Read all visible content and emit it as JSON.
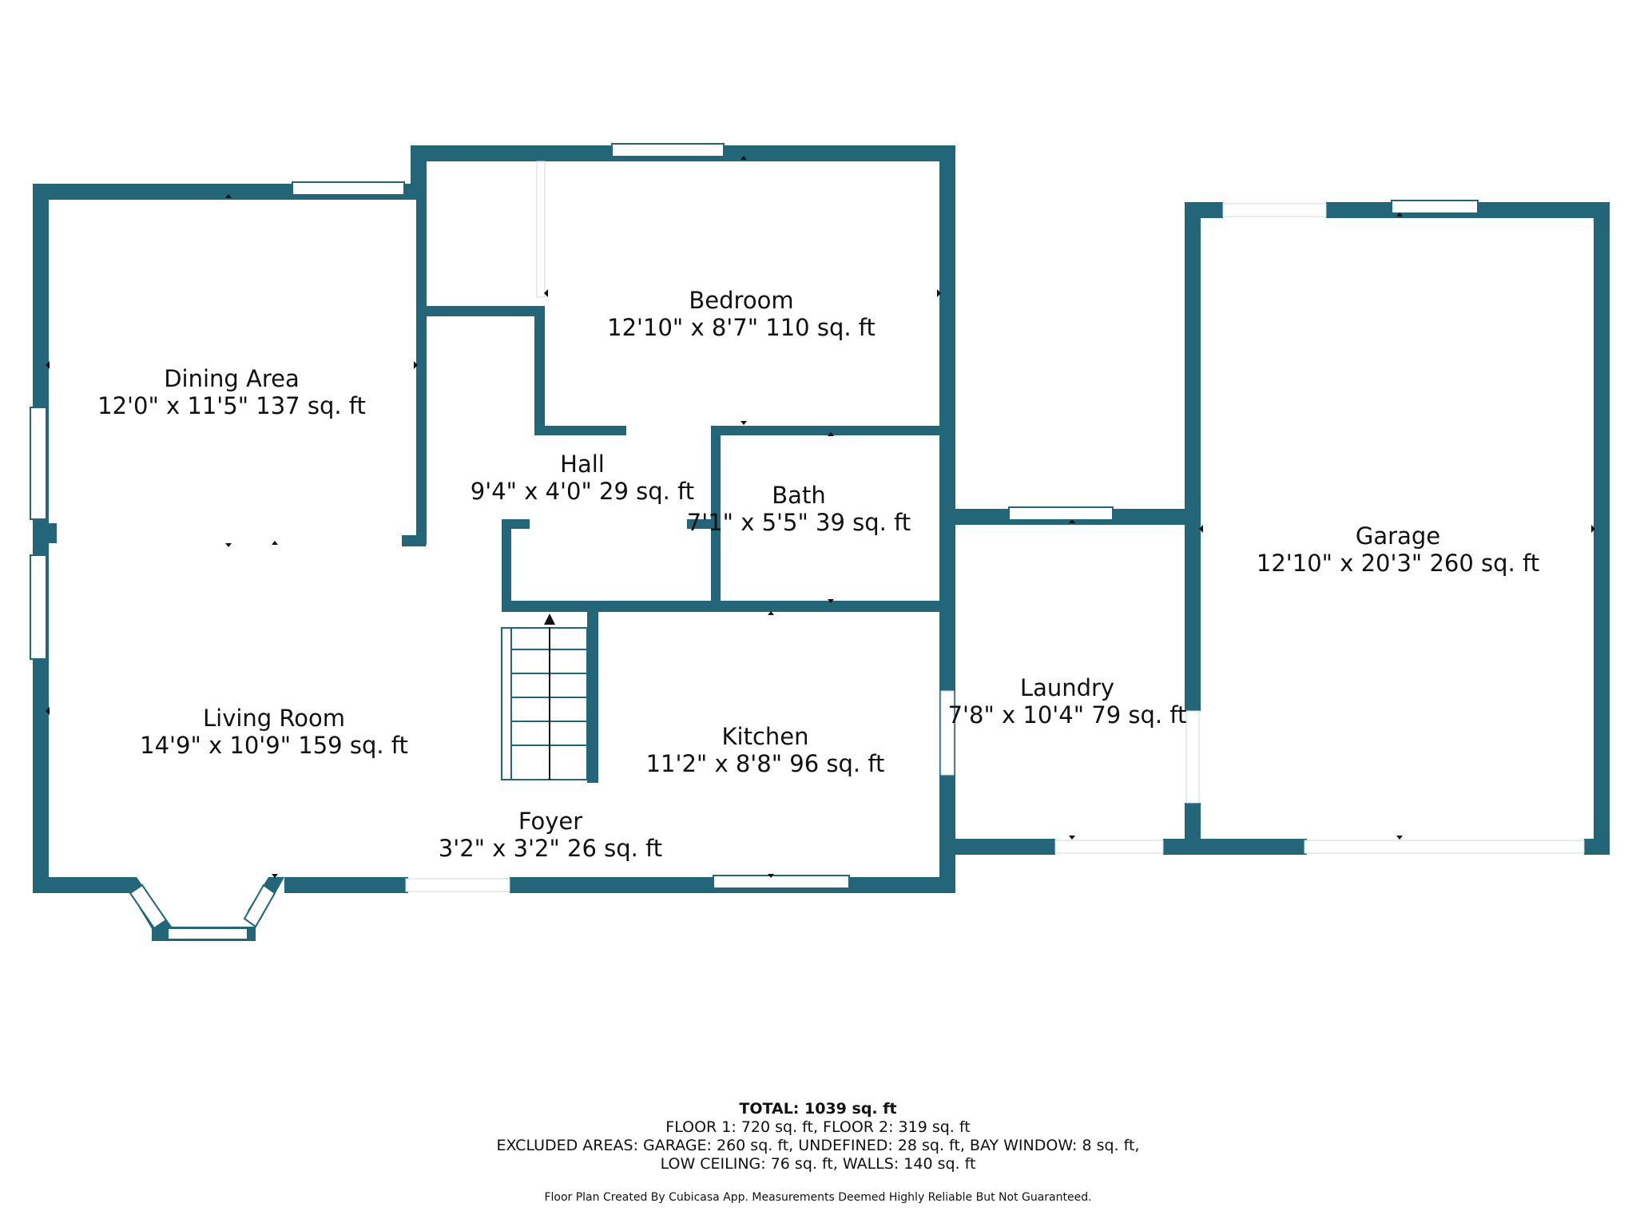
{
  "colors": {
    "wall": "#23667a",
    "window": "#ffffff",
    "background": "#ffffff"
  },
  "rooms": {
    "dining_area": {
      "name": "Dining Area",
      "dims": "12'0\" x 11'5\" 137 sq. ft"
    },
    "bedroom": {
      "name": "Bedroom",
      "dims": "12'10\" x 8'7\" 110 sq. ft"
    },
    "hall": {
      "name": "Hall",
      "dims": "9'4\" x 4'0\" 29 sq. ft"
    },
    "bath": {
      "name": "Bath",
      "dims": "7'1\" x 5'5\" 39 sq. ft"
    },
    "living_room": {
      "name": "Living Room",
      "dims": "14'9\" x 10'9\" 159 sq. ft"
    },
    "kitchen": {
      "name": "Kitchen",
      "dims": "11'2\" x 8'8\" 96 sq. ft"
    },
    "foyer": {
      "name": "Foyer",
      "dims": "3'2\" x 3'2\" 26 sq. ft"
    },
    "laundry": {
      "name": "Laundry",
      "dims": "7'8\" x 10'4\" 79 sq. ft"
    },
    "garage": {
      "name": "Garage",
      "dims": "12'10\" x 20'3\" 260 sq. ft"
    }
  },
  "summary": {
    "total": "TOTAL: 1039 sq. ft",
    "floors": "FLOOR 1: 720 sq. ft, FLOOR 2: 319 sq. ft",
    "excluded_1": "EXCLUDED AREAS: GARAGE: 260 sq. ft, UNDEFINED: 28 sq. ft, BAY WINDOW: 8 sq. ft,",
    "excluded_2": "LOW CEILING: 76 sq. ft, WALLS: 140 sq. ft"
  },
  "credit": "Floor Plan Created By Cubicasa App. Measurements Deemed Highly Reliable But Not Guaranteed."
}
